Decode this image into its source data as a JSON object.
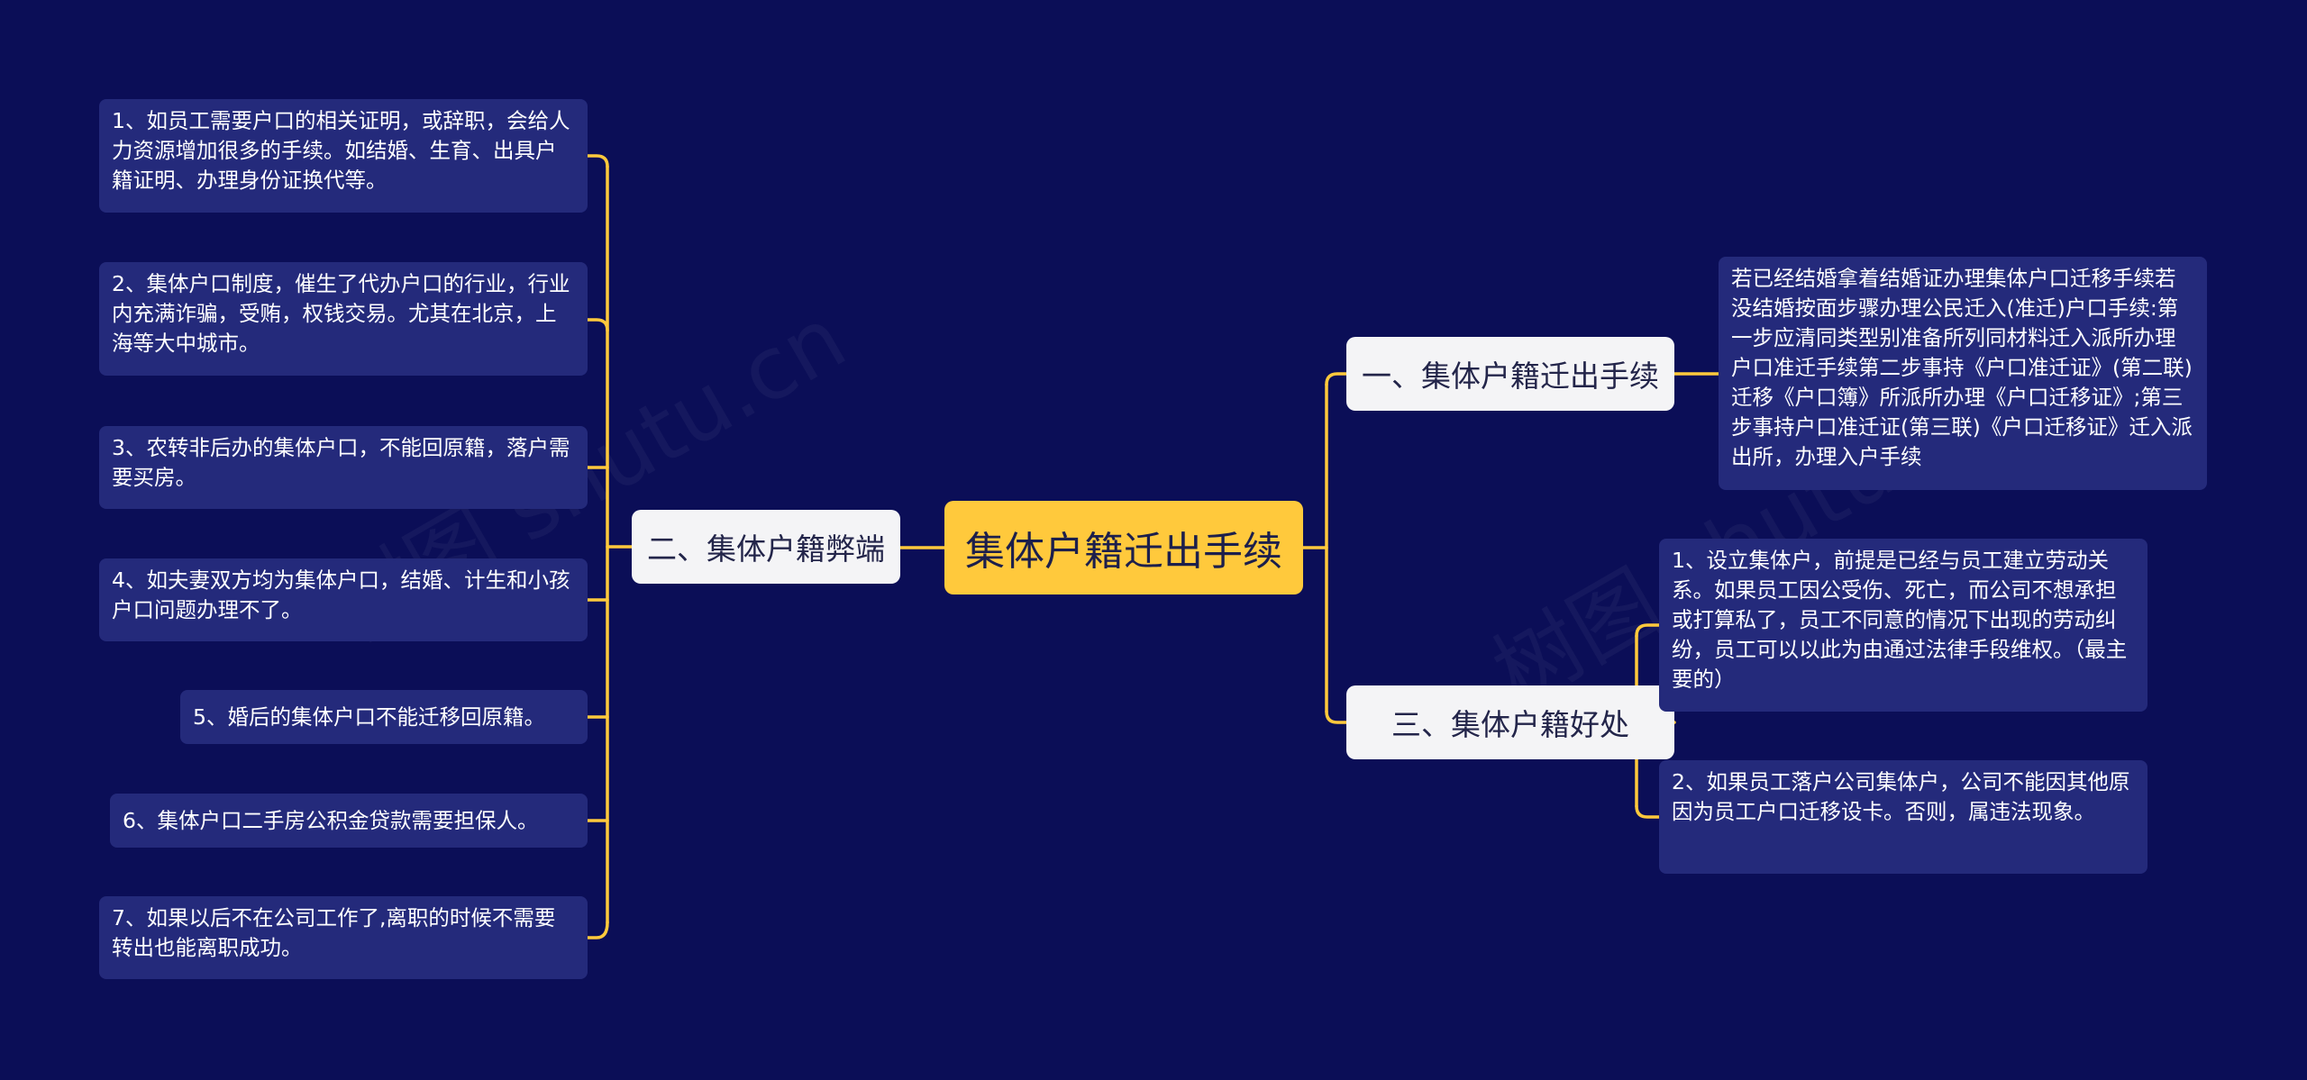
{
  "watermark": "树图 shutu.cn",
  "colors": {
    "background": "#0b0e57",
    "root": "#ffc93c",
    "branch": "#f4f4f6",
    "leaf": "#242a7b",
    "connector": "#ffc93c"
  },
  "root": {
    "label": "集体户籍迁出手续"
  },
  "left_branch": {
    "label": "二、集体户籍弊端",
    "items": [
      "1、如员工需要户口的相关证明，或辞职，会给人力资源增加很多的手续。如结婚、生育、出具户籍证明、办理身份证换代等。",
      "2、集体户口制度，催生了代办户口的行业，行业内充满诈骗，受贿，权钱交易。尤其在北京，上海等大中城市。",
      "3、农转非后办的集体户口，不能回原籍，落户需要买房。",
      "4、如夫妻双方均为集体户口，结婚、计生和小孩户口问题办理不了。",
      "5、婚后的集体户口不能迁移回原籍。",
      "6、集体户口二手房公积金贷款需要担保人。",
      "7、如果以后不在公司工作了,离职的时候不需要转出也能离职成功。"
    ]
  },
  "right_branch_1": {
    "label": "一、集体户籍迁出手续",
    "items": [
      "若已经结婚拿着结婚证办理集体户口迁移手续若没结婚按面步骤办理公民迁入(准迁)户口手续:第一步应清同类型别准备所列同材料迁入派所办理户口准迁手续第二步事持《户口准迁证》(第二联)迁移《户口簿》所派所办理《户口迁移证》;第三步事持户口准迁证(第三联)《户口迁移证》迁入派出所，办理入户手续"
    ]
  },
  "right_branch_3": {
    "label": "三、集体户籍好处",
    "items": [
      "1、设立集体户，前提是已经与员工建立劳动关系。如果员工因公受伤、死亡，而公司不想承担或打算私了，员工不同意的情况下出现的劳动纠纷，员工可以以此为由通过法律手段维权。（最主要的）",
      "2、如果员工落户公司集体户，公司不能因其他原因为员工户口迁移设卡。否则，属违法现象。"
    ]
  }
}
